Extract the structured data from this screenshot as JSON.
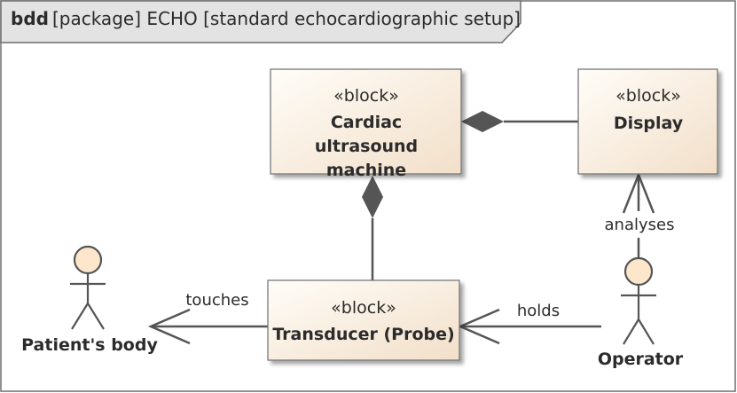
{
  "frame": {
    "kind": "bdd",
    "text": "[package] ECHO [standard echocardiographic setup]"
  },
  "blocks": {
    "machine": {
      "stereotype": "«block»",
      "name": "Cardiac ultrasound machine"
    },
    "display": {
      "stereotype": "«block»",
      "name": "Display"
    },
    "transducer": {
      "stereotype": "«block»",
      "name": "Transducer (Probe)"
    }
  },
  "actors": {
    "patient": {
      "name": "Patient's body"
    },
    "operator": {
      "name": "Operator"
    }
  },
  "associations": {
    "touches": "touches",
    "holds": "holds",
    "analyses": "analyses"
  },
  "colors": {
    "block_fill_start": "#fffdf8",
    "block_fill_end": "#f2dfc9",
    "frame_tab_fill": "#e3e3e3",
    "line": "#555555",
    "actor_head": "#fde7cc"
  }
}
